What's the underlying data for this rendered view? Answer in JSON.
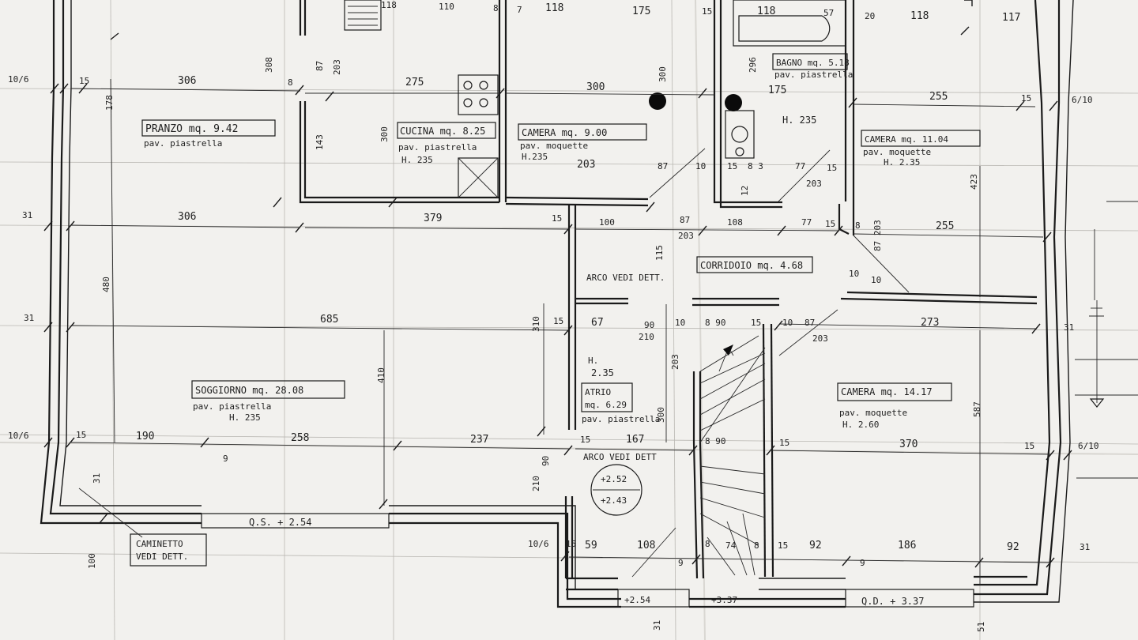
{
  "rooms": {
    "pranzo": {
      "name": "PRANZO mq. 9.42",
      "floor": "pav. piastrella"
    },
    "cucina": {
      "name": "CUCINA mq. 8.25",
      "floor": "pav. piastrella",
      "height": "H. 235"
    },
    "camera1": {
      "name": "CAMERA mq. 9.00",
      "floor": "pav. moquette",
      "height": "H.235"
    },
    "bagno": {
      "name": "BAGNO mq. 5.18",
      "floor": "pav. piastrella",
      "height": "H. 235"
    },
    "camera2": {
      "name": "CAMERA mq. 11.04",
      "floor": "pav. moquette",
      "height": "H. 2.35"
    },
    "corridoio": {
      "name": "CORRIDOIO mq. 4.68"
    },
    "soggiorno": {
      "name": "SOGGIORNO mq. 28.08",
      "floor": "pav. piastrella",
      "height": "H. 235"
    },
    "atrio": {
      "name": "ATRIO",
      "area": "mq. 6.29",
      "floor": "pav. piastrella",
      "height_label": "H.",
      "height": "2.35"
    },
    "camera3": {
      "name": "CAMERA mq. 14.17",
      "floor": "pav. moquette",
      "height": "H. 2.60"
    }
  },
  "notes": {
    "arco1": "ARCO VEDI DETT.",
    "arco2": "ARCO VEDI DETT",
    "caminetto_1": "CAMINETTO",
    "caminetto_2": "VEDI DETT."
  },
  "levels": {
    "qs": "Q.S. + 2.54",
    "qd": "Q.D. + 3.37",
    "circle_top": "+2.52",
    "circle_bottom": "+2.43",
    "step1": "+2.54",
    "step2": "+3.37"
  },
  "dims": {
    "d_118a": "118",
    "d_110": "110",
    "d_8a": "8",
    "d_7": "7",
    "d_118b": "118",
    "d_175": "175",
    "d_15a": "15",
    "d_118c": "118",
    "d_57": "57",
    "d_20": "20",
    "d_118d": "118",
    "d_117": "117",
    "d_306a": "306",
    "d_275": "275",
    "d_300a": "300",
    "d_300b": "300",
    "d_175b": "175",
    "d_255a": "255",
    "d_15b": "15",
    "d_6_10a": "6/10",
    "d_10_6a": "10/6",
    "d_15c": "15",
    "d_178": "178",
    "d_308": "308",
    "d_87": "87",
    "d_203": "203",
    "d_143": "143",
    "d_300c": "300",
    "d_296": "296",
    "d_8b": "8",
    "d_203b": "203",
    "d_87b": "87",
    "d_10a": "10",
    "d_15d": "15",
    "d_8_3": "8 3",
    "d_77a": "77",
    "d_15e": "15",
    "d_12": "12",
    "d_203c": "203",
    "d_423": "423",
    "d_31a": "31",
    "d_306b": "306",
    "d_379": "379",
    "d_15f": "15",
    "d_100": "100",
    "d_87c": "87",
    "d_203d": "203",
    "d_108": "108",
    "d_77b": "77",
    "d_15g": "15",
    "d_8c": "8",
    "d_255b": "255",
    "d_480": "480",
    "d_115": "115",
    "d_87_203": "87 203",
    "d_685": "685",
    "d_310": "310",
    "d_15h": "15",
    "d_67": "67",
    "d_90a": "90",
    "d_210": "210",
    "d_10b": "10",
    "d_8_90": "8 90",
    "d_15i": "15",
    "d_10c": "10",
    "d_87d": "87",
    "d_203e": "203",
    "d_273": "273",
    "d_31b": "31",
    "d_31c": "31",
    "d_410": "410",
    "d_203f": "203",
    "d_300d": "300",
    "d_587": "587",
    "d_10d": "10",
    "d_10e": "10",
    "d_10_6b": "10/6",
    "d_15j": "15",
    "d_190": "190",
    "d_258": "258",
    "d_237": "237",
    "d_15k": "15",
    "d_167": "167",
    "d_8_90b": "8 90",
    "d_15l": "15",
    "d_370": "370",
    "d_15m": "15",
    "d_6_10b": "6/10",
    "d_9a": "9",
    "d_31d": "31",
    "d_100b": "100",
    "d_210b": "210",
    "d_90b": "90",
    "d_10_6c": "10/6",
    "d_15n": "15",
    "d_59": "59",
    "d_108b": "108",
    "d_8d": "8",
    "d_74": "74",
    "d_8e": "8",
    "d_15o": "15",
    "d_92a": "92",
    "d_186": "186",
    "d_92b": "92",
    "d_31e": "31",
    "d_9b": "9",
    "d_9c": "9",
    "d_31f": "31",
    "d_51": "51"
  }
}
